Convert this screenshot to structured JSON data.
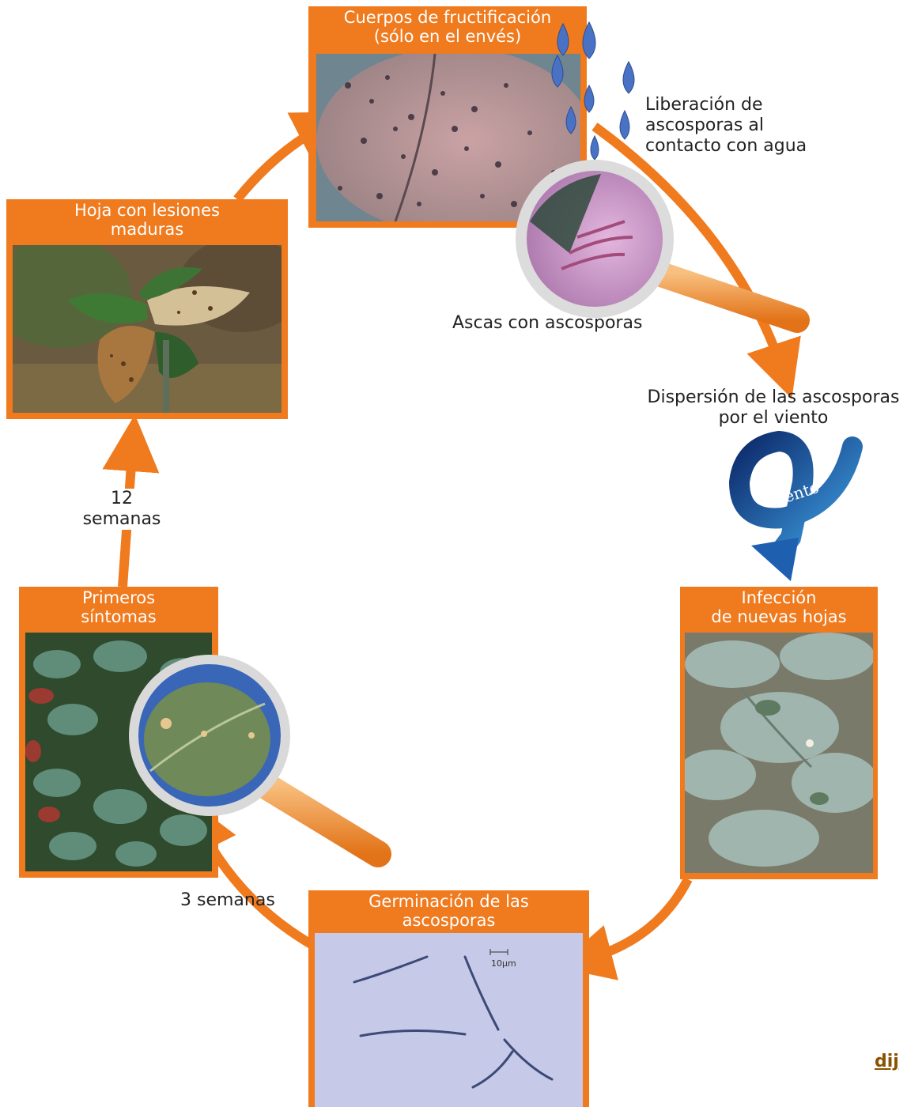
{
  "panels": {
    "fructification": {
      "title": "Cuerpos de fructificación\n(sólo en el envés)"
    },
    "mature": {
      "title": "Hoja con lesiones\nmaduras"
    },
    "first_symptoms": {
      "title": "Primeros\nsíntomas"
    },
    "infection": {
      "title": "Infección\nde nuevas hojas"
    },
    "germination": {
      "title": "Germinación de las\nascosporas",
      "scale_label": "10µm"
    }
  },
  "labels": {
    "release": "Liberación de\nascosporas al\ncontacto con agua",
    "asci": "Ascas con ascosporas",
    "dispersal": "Dispersión de las ascosporas\npor el viento",
    "wind": "Viento",
    "weeks_12": "12\nsemanas",
    "weeks_3": "3 semanas"
  },
  "link": {
    "text": "dij"
  },
  "colors": {
    "orange": "#f07a1e",
    "text": "#222222",
    "drop": "#4a72c4",
    "wind": "#1f5fb0"
  }
}
